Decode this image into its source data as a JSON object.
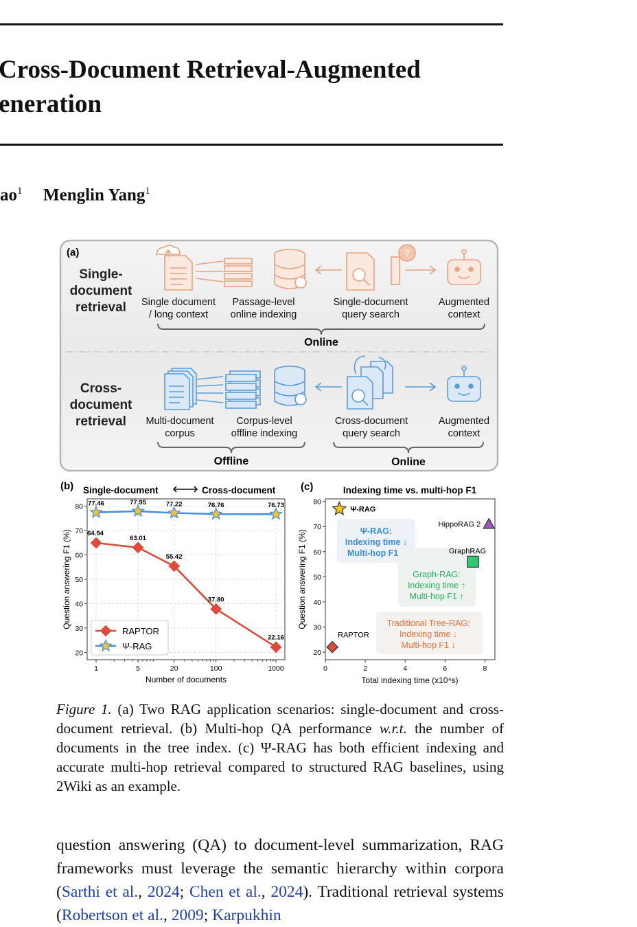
{
  "paper": {
    "title_line1": "Cross-Document Retrieval-Augmented",
    "title_line2": "eneration",
    "author1": "ao",
    "author1_sup": "1",
    "author2": "Menglin Yang",
    "author2_sup": "1"
  },
  "figure_a": {
    "panel_label": "(a)",
    "single_heading": [
      "Single-",
      "document",
      "retrieval"
    ],
    "cross_heading": [
      "Cross-",
      "document",
      "retrieval"
    ],
    "single_labels": [
      [
        "Single document",
        "/ long context"
      ],
      [
        "Passage-level",
        "online indexing"
      ],
      [
        "Single-document",
        "query search"
      ],
      [
        "Augmented",
        "context"
      ]
    ],
    "cross_labels": [
      [
        "Multi-document",
        "corpus"
      ],
      [
        "Corpus-level",
        "offline indexing"
      ],
      [
        "Cross-document",
        "query search"
      ],
      [
        "Augmented",
        "context"
      ]
    ],
    "single_brace": "Online",
    "cross_brace_left": "Offline",
    "cross_brace_right": "Online",
    "question_mark": "?",
    "colors": {
      "single": "#e8a27f",
      "cross": "#5b9bd5"
    }
  },
  "chart_data": [
    {
      "type": "line",
      "panel_label": "(b)",
      "title_left": "Single-document",
      "title_right": "Cross-document",
      "xlabel": "Number of documents",
      "ylabel": "Question answering F1 (%)",
      "xscale": "log",
      "x": [
        1,
        5,
        20,
        100,
        1000
      ],
      "x_ticks": [
        "1",
        "5",
        "20",
        "100",
        "1000"
      ],
      "ylim": [
        17,
        83
      ],
      "y_ticks": [
        20,
        30,
        40,
        50,
        60,
        70,
        80
      ],
      "grid": true,
      "legend_position": "bottom-left",
      "series": [
        {
          "name": "Ψ-RAG",
          "values": [
            77.46,
            77.95,
            77.22,
            76.76,
            76.73
          ],
          "labels": [
            "77.46",
            "77.95",
            "77.22",
            "76.76",
            "76.73"
          ],
          "color": "#4a90d9",
          "marker": "star"
        },
        {
          "name": "RAPTOR",
          "values": [
            64.94,
            63.01,
            55.42,
            37.8,
            22.16
          ],
          "labels": [
            "64.94",
            "63.01",
            "55.42",
            "37.80",
            "22.16"
          ],
          "color": "#e04a3a",
          "marker": "diamond"
        }
      ]
    },
    {
      "type": "scatter",
      "panel_label": "(c)",
      "title": "Indexing time vs. multi-hop F1",
      "xlabel": "Total indexing time (x10⁴s)",
      "ylabel": "Question answering F1 (%)",
      "xlim": [
        0,
        8.5
      ],
      "ylim": [
        17,
        81
      ],
      "x_ticks": [
        0,
        2,
        4,
        6,
        8
      ],
      "y_ticks": [
        20,
        30,
        40,
        50,
        60,
        70,
        80
      ],
      "points": [
        {
          "name": "Ψ-RAG",
          "x": 0.7,
          "y": 77,
          "marker": "star",
          "color": "#f0c419"
        },
        {
          "name": "HippoRAG 2",
          "x": 8.2,
          "y": 71,
          "marker": "triangle",
          "color": "#9b59b6"
        },
        {
          "name": "GraphRAG",
          "x": 7.4,
          "y": 56,
          "marker": "square",
          "color": "#2ecc71"
        },
        {
          "name": "RAPTOR",
          "x": 0.35,
          "y": 22,
          "marker": "diamond",
          "color": "#e04a3a"
        }
      ],
      "annotations": [
        {
          "lines": [
            "Ψ-RAG:",
            "Indexing time ↓",
            "Multi-hop F1 ↑"
          ],
          "color": "#3b8fd8"
        },
        {
          "lines": [
            "Graph-RAG:",
            "Indexing time ↑",
            "Multi-hop F1 ↑"
          ],
          "color": "#27ae60"
        },
        {
          "lines": [
            "Traditional Tree-RAG:",
            "Indexing time ↓",
            "Multi-hop F1 ↓"
          ],
          "color": "#e8743b"
        }
      ]
    }
  ],
  "caption": {
    "label": "Figure 1.",
    "part1": " (a) Two RAG application scenarios: single-document and cross-document retrieval. (b) Multi-hop QA performance ",
    "wrt": "w.r.t.",
    "part2": " the number of documents in the tree index. (c) Ψ-RAG has both efficient indexing and accurate multi-hop retrieval compared to structured RAG baselines, using 2Wiki as an example."
  },
  "body": {
    "text1": "question answering (QA) to document-level summarization, RAG frameworks must leverage the semantic hierarchy within corpora (",
    "cite1": "Sarthi et al.",
    "sep1": ", ",
    "cite1_year": "2024",
    "semi": "; ",
    "cite2": "Chen et al.",
    "sep2": ", ",
    "cite2_year": "2024",
    "text2": "). Traditional retrieval systems (",
    "cite3": "Robertson et al.",
    "sep3": ", ",
    "cite3_year": "2009",
    "semi2": "; ",
    "cite4": "Karpukhin"
  }
}
